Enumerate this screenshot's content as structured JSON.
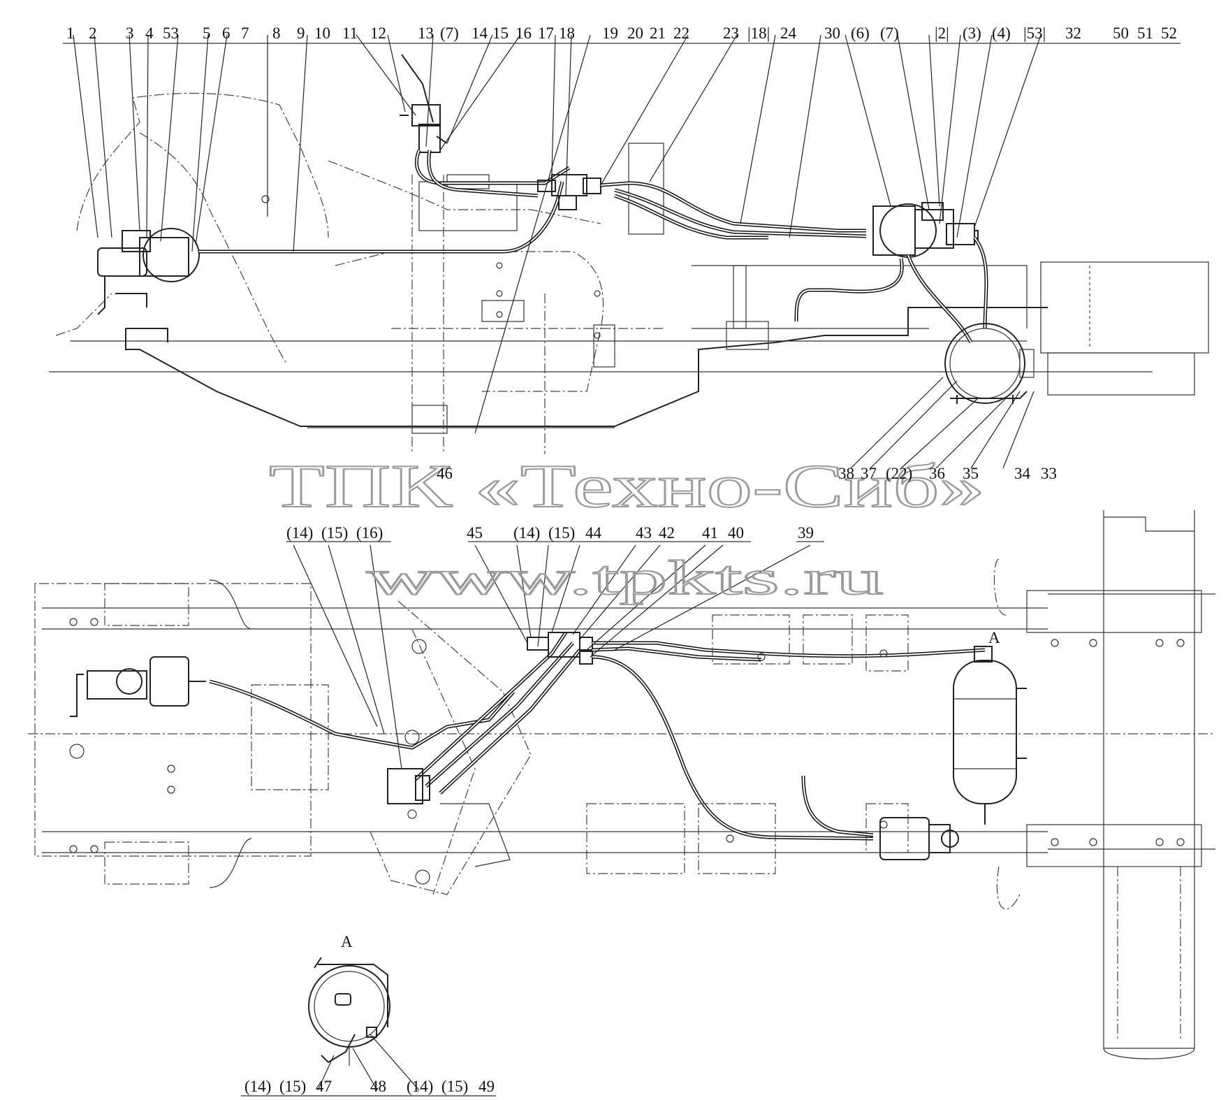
{
  "labels": {
    "top_row": [
      "1",
      "2",
      "3",
      "4",
      "53",
      "5",
      "6",
      "7",
      "8",
      "9",
      "10",
      "11",
      "12",
      "13",
      "(7)",
      "14",
      "15",
      "16",
      "17",
      "18",
      "19",
      "20",
      "21",
      "22",
      "23",
      "|18|",
      "24",
      "30",
      "(6)",
      "(7)",
      "|2|",
      "(3)",
      "(4)",
      "|53|",
      "32",
      "50",
      "51",
      "52"
    ],
    "upper_bottom": [
      "46",
      "38",
      "37",
      "(22)",
      "36",
      "35",
      "34",
      "33"
    ],
    "middle_row": [
      "(14)",
      "(15)",
      "(16)",
      "45",
      "(14)",
      "(15)",
      "44",
      "43",
      "42",
      "41",
      "40",
      "39"
    ],
    "view_a_tank": "A",
    "view_a_title": "A",
    "view_a_bottom": [
      "(14)",
      "(15)",
      "47",
      "48",
      "(14)",
      "(15)",
      "49"
    ]
  },
  "watermark": {
    "company": "ТПК «Техно-Сиб»",
    "url": "www.tpkts.ru"
  }
}
